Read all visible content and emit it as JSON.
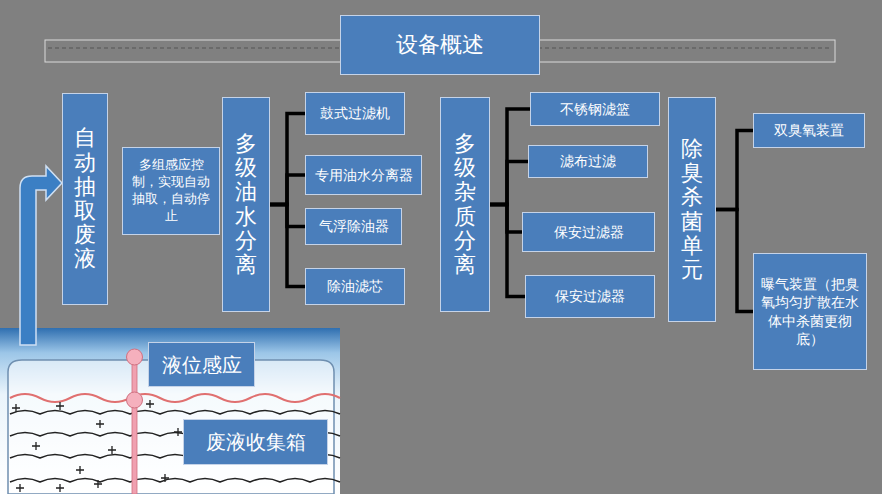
{
  "diagram": {
    "nodes": [
      {
        "text": [
          "设备概述"
        ]
      },
      {
        "text": [
          "自动抽取废液"
        ]
      },
      {
        "text": [
          "多组感应控制，实现自动抽取，自动停止"
        ]
      },
      {
        "text": [
          "多级油水分离"
        ]
      },
      {
        "text": [
          "鼓式过滤机"
        ]
      },
      {
        "text": [
          "专用油水分离器"
        ]
      },
      {
        "text": [
          "气浮除油器"
        ]
      },
      {
        "text": [
          "除油滤芯"
        ]
      },
      {
        "text": [
          "多级杂质分离"
        ]
      },
      {
        "text": [
          "不锈钢滤篮"
        ]
      },
      {
        "text": [
          "滤布过滤"
        ]
      },
      {
        "text": [
          "保安过滤器"
        ]
      },
      {
        "text": [
          "保安过滤器"
        ]
      },
      {
        "text": [
          "除臭杀菌单元"
        ]
      },
      {
        "text": [
          "双臭氧装置"
        ]
      },
      {
        "text": [
          "曝气装置（把臭氧均匀扩散在水体中杀菌更彻底）"
        ]
      },
      {
        "text": [
          "液位感应"
        ]
      },
      {
        "text": [
          "废液收集箱"
        ]
      }
    ],
    "edges": [
      {
        "from": 3,
        "to": 4,
        "arrow": "none"
      },
      {
        "from": 3,
        "to": 5,
        "arrow": "none"
      },
      {
        "from": 3,
        "to": 6,
        "arrow": "none"
      },
      {
        "from": 3,
        "to": 7,
        "arrow": "none"
      },
      {
        "from": 8,
        "to": 9,
        "arrow": "none"
      },
      {
        "from": 8,
        "to": 10,
        "arrow": "none"
      },
      {
        "from": 8,
        "to": 11,
        "arrow": "none"
      },
      {
        "from": 8,
        "to": 12,
        "arrow": "none"
      },
      {
        "from": 13,
        "to": 14,
        "arrow": "none"
      },
      {
        "from": 13,
        "to": 15,
        "arrow": "none"
      }
    ]
  }
}
